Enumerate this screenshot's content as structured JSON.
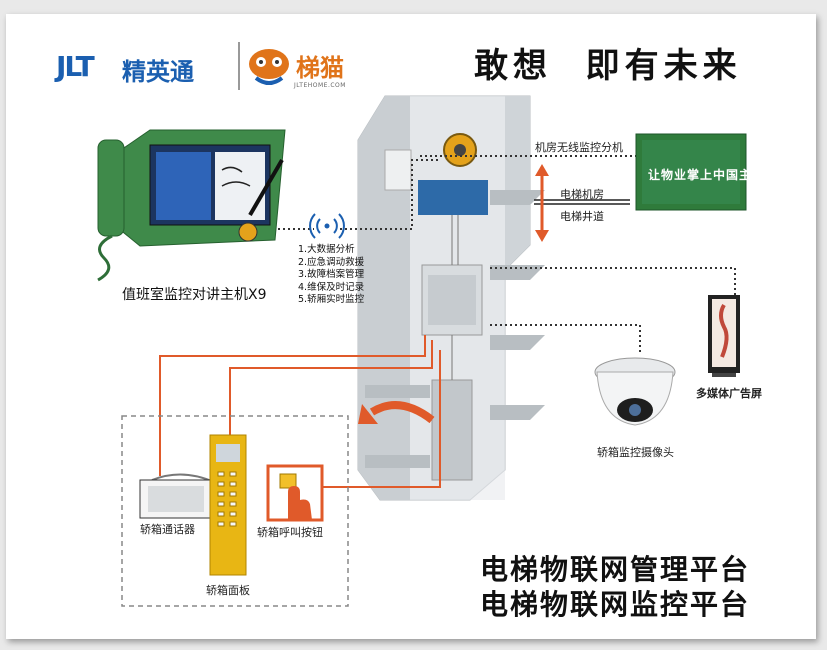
{
  "header": {
    "logo_jlt_latin": "JLT",
    "logo_jlt_cn": "精英通",
    "logo_cat_name": "梯猫",
    "logo_cat_url": "JLTEHOME.COM",
    "slogan": "敢想  即有未来"
  },
  "diagram": {
    "machine_room_monitor_label": "机房无线监控分机",
    "machine_room_label": "电梯机房",
    "shaft_label": "电梯井道",
    "host_label": "值班室监控对讲主机X9",
    "features": [
      "1.大数据分析",
      "2.应急调动救援",
      "3.故障档案管理",
      "4.维保及时记录",
      "5.轿厢实时监控"
    ],
    "ad_screen_label": "多媒体广告屏",
    "camera_label": "轿箱监控摄像头",
    "intercom_label": "轿箱通话器",
    "call_button_label": "轿箱呼叫按钮",
    "panel_label": "轿箱面板",
    "machine_screen_text": "让物业掌上中国主"
  },
  "footer": {
    "title_line1": "电梯物联网管理平台",
    "title_line2": "电梯物联网监控平台"
  },
  "colors": {
    "brand_blue": "#1b5fb0",
    "brand_orange": "#e0741a",
    "link_orange": "#e05a2a",
    "device_green": "#3f8a4a"
  },
  "icons": [
    "wireless-signal-icon",
    "phone-handset-icon",
    "dome-camera-icon",
    "call-button-hand-icon"
  ]
}
